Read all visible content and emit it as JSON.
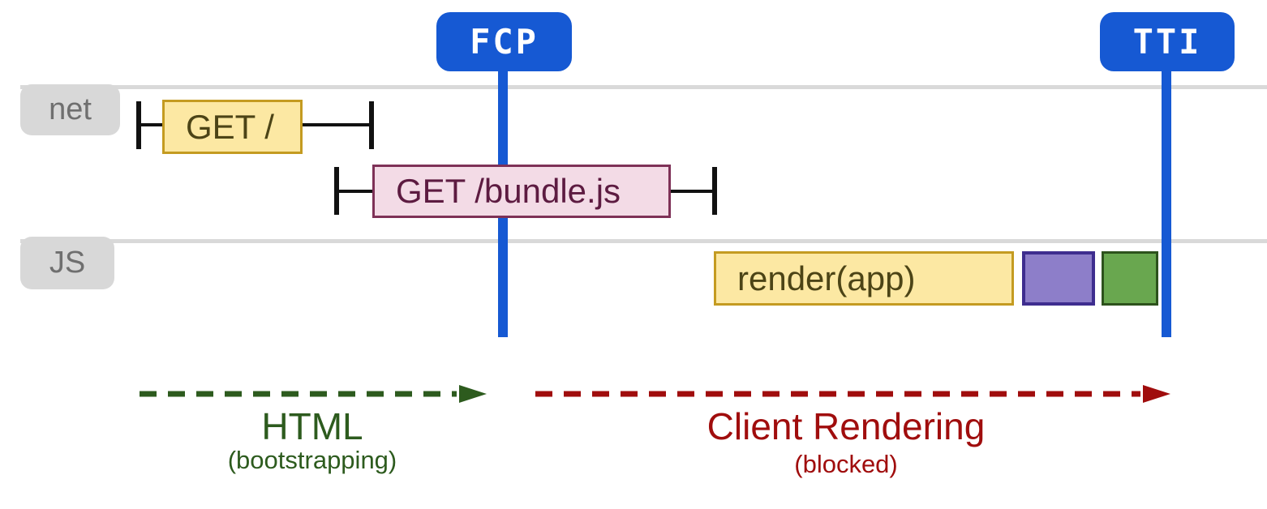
{
  "diagram": {
    "markers": {
      "fcp": {
        "label": "FCP"
      },
      "tti": {
        "label": "TTI"
      }
    },
    "lanes": {
      "net": {
        "label": "net"
      },
      "js": {
        "label": "JS"
      }
    },
    "network_requests": {
      "get_root": {
        "label": "GET /"
      },
      "get_bundle": {
        "label": "GET /bundle.js"
      }
    },
    "js_tasks": {
      "render_app": {
        "label": "render(app)"
      }
    },
    "phases": {
      "html": {
        "title": "HTML",
        "subtitle": "(bootstrapping)"
      },
      "client_rendering": {
        "title": "Client Rendering",
        "subtitle": "(blocked)"
      }
    },
    "colors": {
      "marker_blue": "#1659d3",
      "badge_text_white": "#ffffff",
      "lane_line_gray": "#d9d9d9",
      "lane_label_bg": "#d8d8d8",
      "lane_label_text": "#6f6f6f",
      "whisker_black": "#111111",
      "task_yellow_fill": "#fce8a3",
      "task_yellow_border": "#c49b21",
      "task_yellow_text": "#4c4416",
      "task_pink_fill": "#f3dbe6",
      "task_pink_border": "#7e3157",
      "task_pink_text": "#5d1b41",
      "task_purple_fill": "#8d7ec9",
      "task_purple_border": "#3e2d8f",
      "task_green_fill": "#69a74f",
      "task_green_border": "#2d521c",
      "phase_html_green": "#2d5b1e",
      "phase_client_red": "#a00d0d"
    }
  }
}
